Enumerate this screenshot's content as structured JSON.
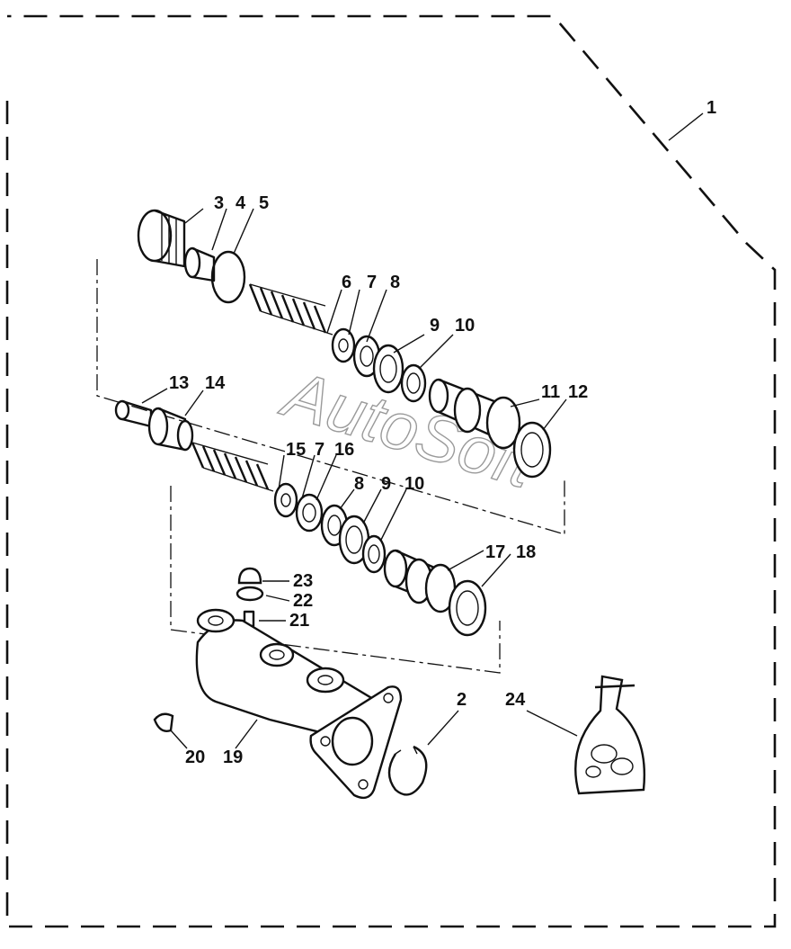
{
  "diagram": {
    "watermark": "AutoSoft",
    "callouts": {
      "c1": "1",
      "c2": "2",
      "c3": "3",
      "c4": "4",
      "c5": "5",
      "c6": "6",
      "c7a": "7",
      "c8a": "8",
      "c9a": "9",
      "c10a": "10",
      "c11": "11",
      "c12": "12",
      "c13": "13",
      "c14": "14",
      "c15": "15",
      "c7b": "7",
      "c16": "16",
      "c8b": "8",
      "c9b": "9",
      "c10b": "10",
      "c17": "17",
      "c18": "18",
      "c23": "23",
      "c22": "22",
      "c21": "21",
      "c20": "20",
      "c19": "19",
      "c24": "24"
    }
  }
}
